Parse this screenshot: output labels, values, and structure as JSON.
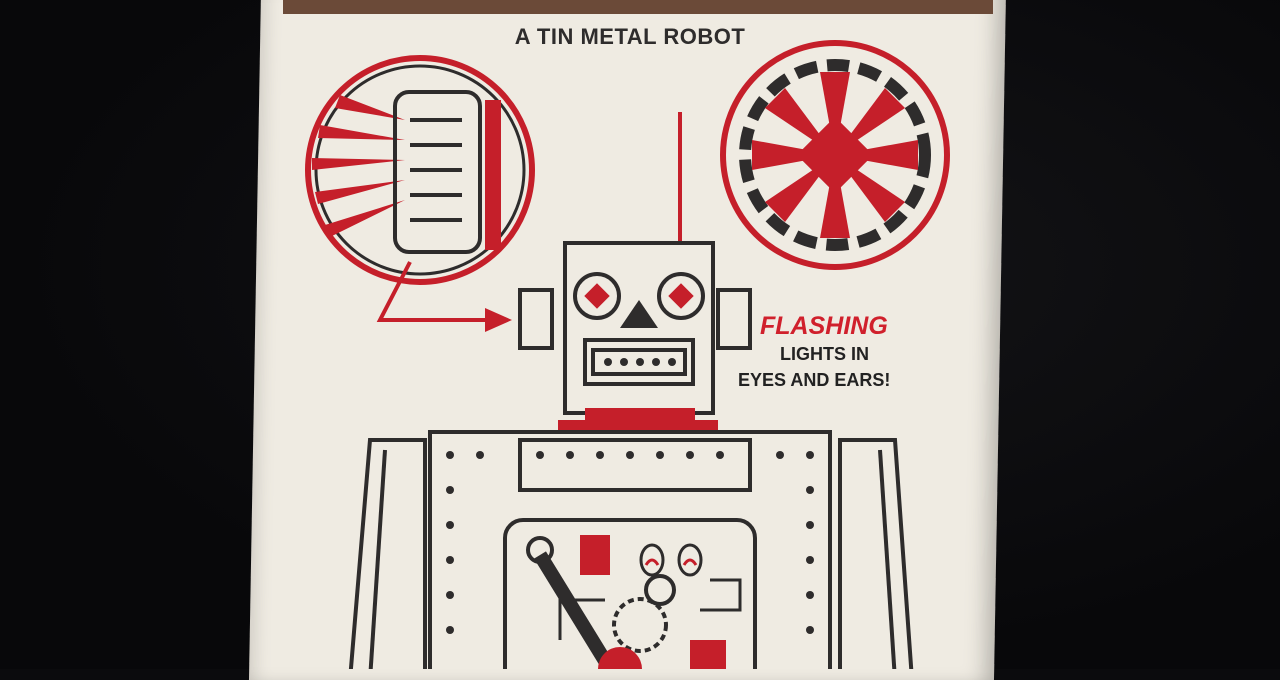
{
  "box": {
    "title": "A TIN METAL ROBOT",
    "callout_highlight": "FLASHING",
    "callout_line1": "LIGHTS IN",
    "callout_line2": "EYES AND EARS!"
  },
  "colors": {
    "accent_red": "#d0202c",
    "ink": "#2e2c2c",
    "paper": "#efebe2",
    "background": "#0b0b0d"
  }
}
